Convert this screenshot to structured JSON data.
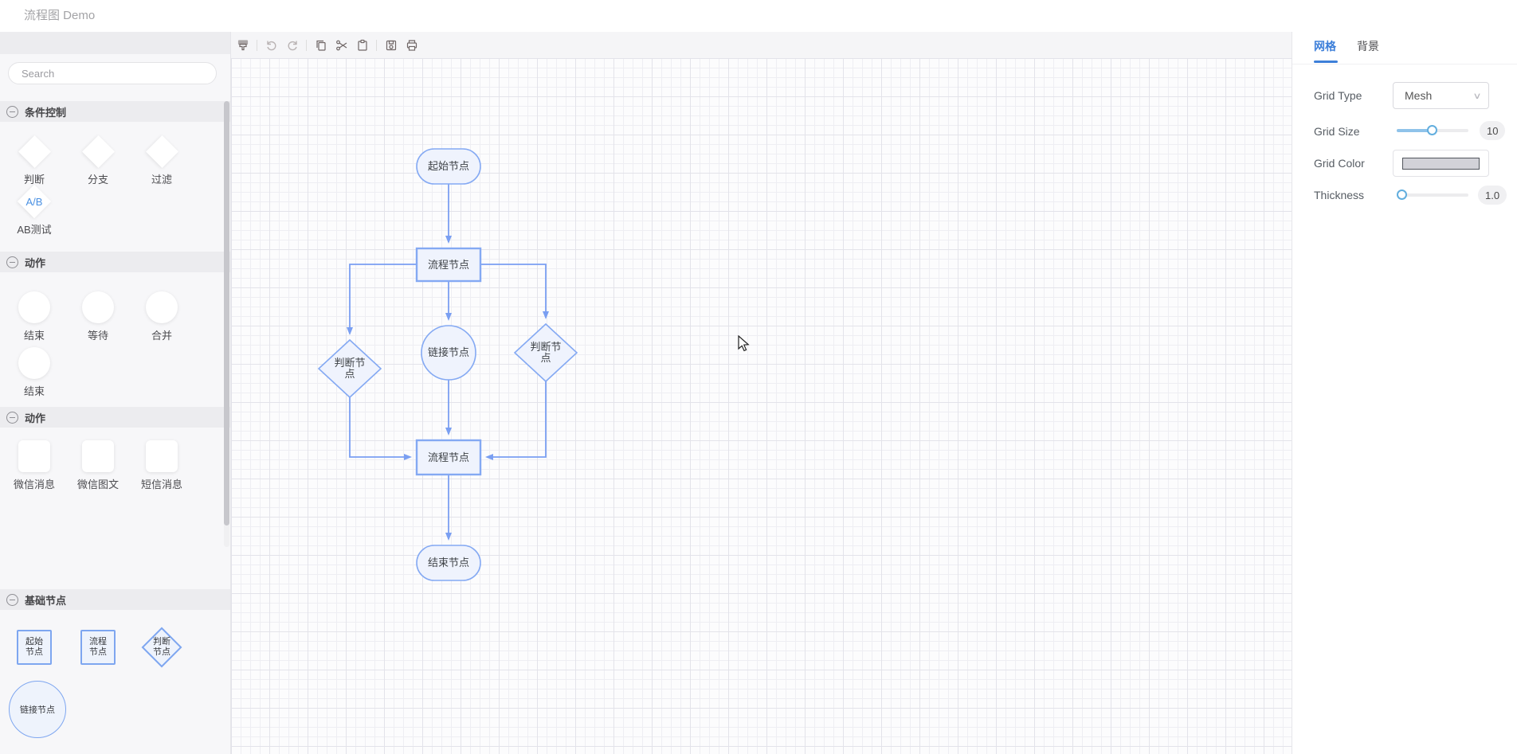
{
  "window": {
    "title": "流程图 Demo"
  },
  "sidebar": {
    "search_placeholder": "Search",
    "section1": {
      "title": "条件控制",
      "items": [
        {
          "label": "判断"
        },
        {
          "label": "分支"
        },
        {
          "label": "过滤"
        }
      ],
      "ab": {
        "badge": "A/B",
        "label": "AB测试"
      }
    },
    "section2": {
      "title": "动作",
      "items": [
        {
          "label": "结束"
        },
        {
          "label": "等待"
        },
        {
          "label": "合并"
        },
        {
          "label": "结束"
        }
      ]
    },
    "section3": {
      "title": "动作",
      "items": [
        {
          "label": "微信消息"
        },
        {
          "label": "微信图文"
        },
        {
          "label": "短信消息"
        }
      ]
    },
    "section4": {
      "title": "基础节点",
      "start": {
        "line1": "起始",
        "line2": "节点"
      },
      "process": {
        "line1": "流程",
        "line2": "节点"
      },
      "decision": {
        "line1": "判断",
        "line2": "节点"
      },
      "link": {
        "label": "链接节点"
      }
    }
  },
  "toolbar": {
    "icons": [
      "paint-format",
      "undo",
      "redo",
      "copy",
      "cut",
      "paste",
      "save",
      "print"
    ]
  },
  "canvas": {
    "nodes": {
      "start": {
        "label": "起始节点"
      },
      "process1": {
        "label": "流程节点"
      },
      "link": {
        "label": "链接节点"
      },
      "decision_left": {
        "line1": "判断节",
        "line2": "点"
      },
      "decision_right": {
        "line1": "判断节",
        "line2": "点"
      },
      "process2": {
        "label": "流程节点"
      },
      "end": {
        "label": "结束节点"
      }
    }
  },
  "panel": {
    "tab_grid": "网格",
    "tab_background": "背景",
    "grid_type": {
      "label": "Grid Type",
      "value": "Mesh"
    },
    "grid_size": {
      "label": "Grid Size",
      "value": "10"
    },
    "grid_color": {
      "label": "Grid Color"
    },
    "thickness": {
      "label": "Thickness",
      "value": "1.0"
    }
  },
  "colors": {
    "tab_active": "#3d7fd9",
    "node_border": "#84a9f3",
    "node_fill": "#eff3fd",
    "edge": "#7a9ff2",
    "slider_fill": "#8fc3ea",
    "grid_swatch": "#d2d2d8"
  }
}
